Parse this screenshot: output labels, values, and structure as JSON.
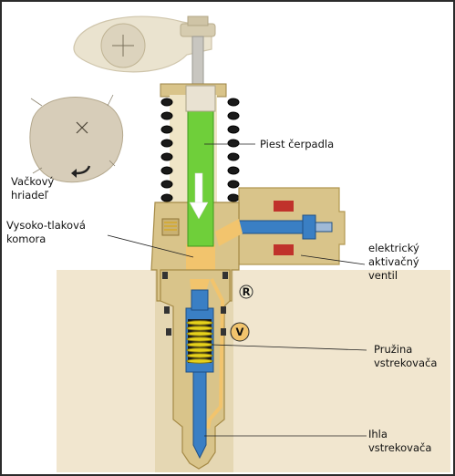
{
  "labels": {
    "camshaft": [
      "Vačkový",
      "hriadeľ"
    ],
    "pump_piston": [
      "Piest čerpadla"
    ],
    "high_pressure_chamber": [
      "Vysoko-tlaková",
      "komora"
    ],
    "solenoid_valve": [
      "elektrický",
      "aktivačný",
      "ventil"
    ],
    "injector_spring": [
      "Pružina",
      "vstrekovača"
    ],
    "injector_needle": [
      "Ihla",
      "vstrekovača"
    ]
  },
  "badges": {
    "return": "R",
    "supply": "V"
  },
  "colors": {
    "frame": "#2b2b2b",
    "engine_block": "#f1e6cf",
    "housing": "#d9c48a",
    "housing_dark": "#b89b55",
    "fuel": "#f2c46d",
    "piston": "#6fcf3a",
    "piston_dark": "#3e9a1d",
    "blue_parts": "#3a7fc4",
    "spring_yellow": "#e6d21c",
    "spring_black": "#1a1a1a",
    "rocker": "#eae3cf",
    "cam": "#d7cdb9",
    "coil_red": "#c0322b"
  },
  "icons": {
    "rotation": "curved-arrow-icon",
    "flow": "down-arrow-icon"
  }
}
